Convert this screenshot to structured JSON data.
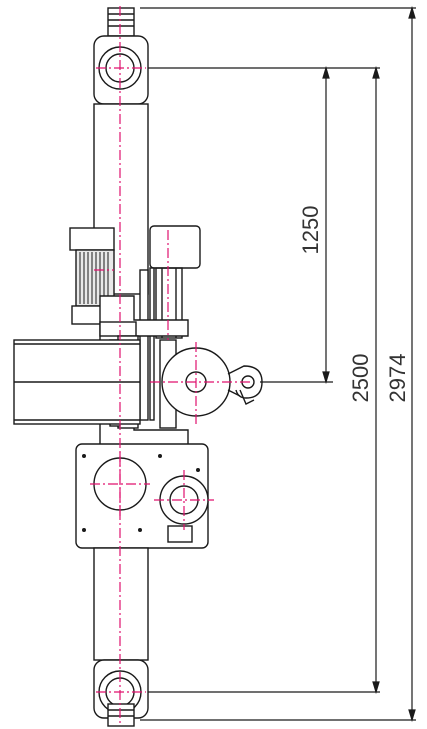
{
  "drawing": {
    "dimensions": {
      "d1250": "1250",
      "d2500": "2500",
      "d2974": "2974"
    }
  },
  "colors": {
    "line": "#1a1a1a",
    "centerline": "#e0116e",
    "background": "#ffffff",
    "dim_text": "#333333"
  }
}
